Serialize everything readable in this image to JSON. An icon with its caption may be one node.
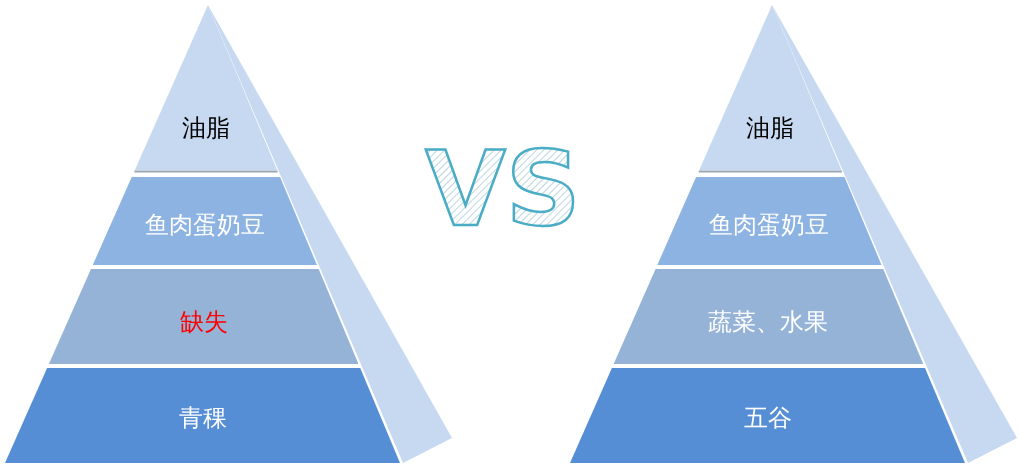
{
  "diagram": {
    "nodes": [
      {
        "text": [
          "油脂"
        ]
      },
      {
        "text": [
          "鱼肉蛋奶豆"
        ]
      },
      {
        "text": [
          "缺失"
        ]
      },
      {
        "text": [
          "青稞"
        ]
      },
      {
        "text": [
          "油脂"
        ]
      },
      {
        "text": [
          "鱼肉蛋奶豆"
        ]
      },
      {
        "text": [
          "蔬菜、水果"
        ]
      },
      {
        "text": [
          "五谷"
        ]
      }
    ],
    "labels": [
      "VS"
    ]
  }
}
